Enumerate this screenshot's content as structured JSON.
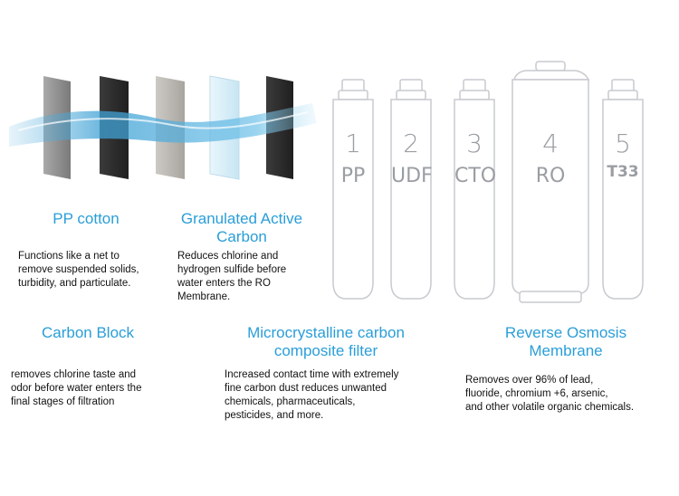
{
  "colors": {
    "heading": "#2a9ed8",
    "body_text": "#111111",
    "cartridge_outline": "#c7cacf",
    "cartridge_label": "#9a9ea3",
    "water": "#5fb4e0"
  },
  "filter_layers": [
    {
      "name": "pp-cotton-layer",
      "color": "#8f8f8f"
    },
    {
      "name": "carbon-layer",
      "color": "#2b2b2b"
    },
    {
      "name": "granulated-layer",
      "color": "#b9b6b1"
    },
    {
      "name": "udf-mesh-layer",
      "color": "#d9eef8"
    },
    {
      "name": "carbon-block-layer",
      "color": "#333333"
    }
  ],
  "cartridges": [
    {
      "number": "1",
      "code": "PP"
    },
    {
      "number": "2",
      "code": "UDF"
    },
    {
      "number": "3",
      "code": "CTO"
    },
    {
      "number": "4",
      "code": "RO"
    },
    {
      "number": "5",
      "code": "T33"
    }
  ],
  "sections": {
    "pp_cotton": {
      "title": "PP cotton",
      "description": "Functions like a net to\nremove suspended solids,\nturbidity, and particulate."
    },
    "granulated_carbon": {
      "title": "Granulated Active\nCarbon",
      "description": "Reduces chlorine and\nhydrogen sulfide before\nwater enters the RO\nMembrane."
    },
    "carbon_block": {
      "title": "Carbon Block",
      "description": "removes chlorine taste and\nodor before water enters the\nfinal stages of filtration"
    },
    "microcrystalline": {
      "title": "Microcrystalline carbon\ncomposite filter",
      "description": "Increased contact time with extremely\nfine carbon dust reduces unwanted\nchemicals, pharmaceuticals,\npesticides, and more."
    },
    "reverse_osmosis": {
      "title": "Reverse Osmosis\nMembrane",
      "description": "Removes over 96% of lead,\nfluoride, chromium +6, arsenic,\nand other volatile organic chemicals."
    }
  }
}
